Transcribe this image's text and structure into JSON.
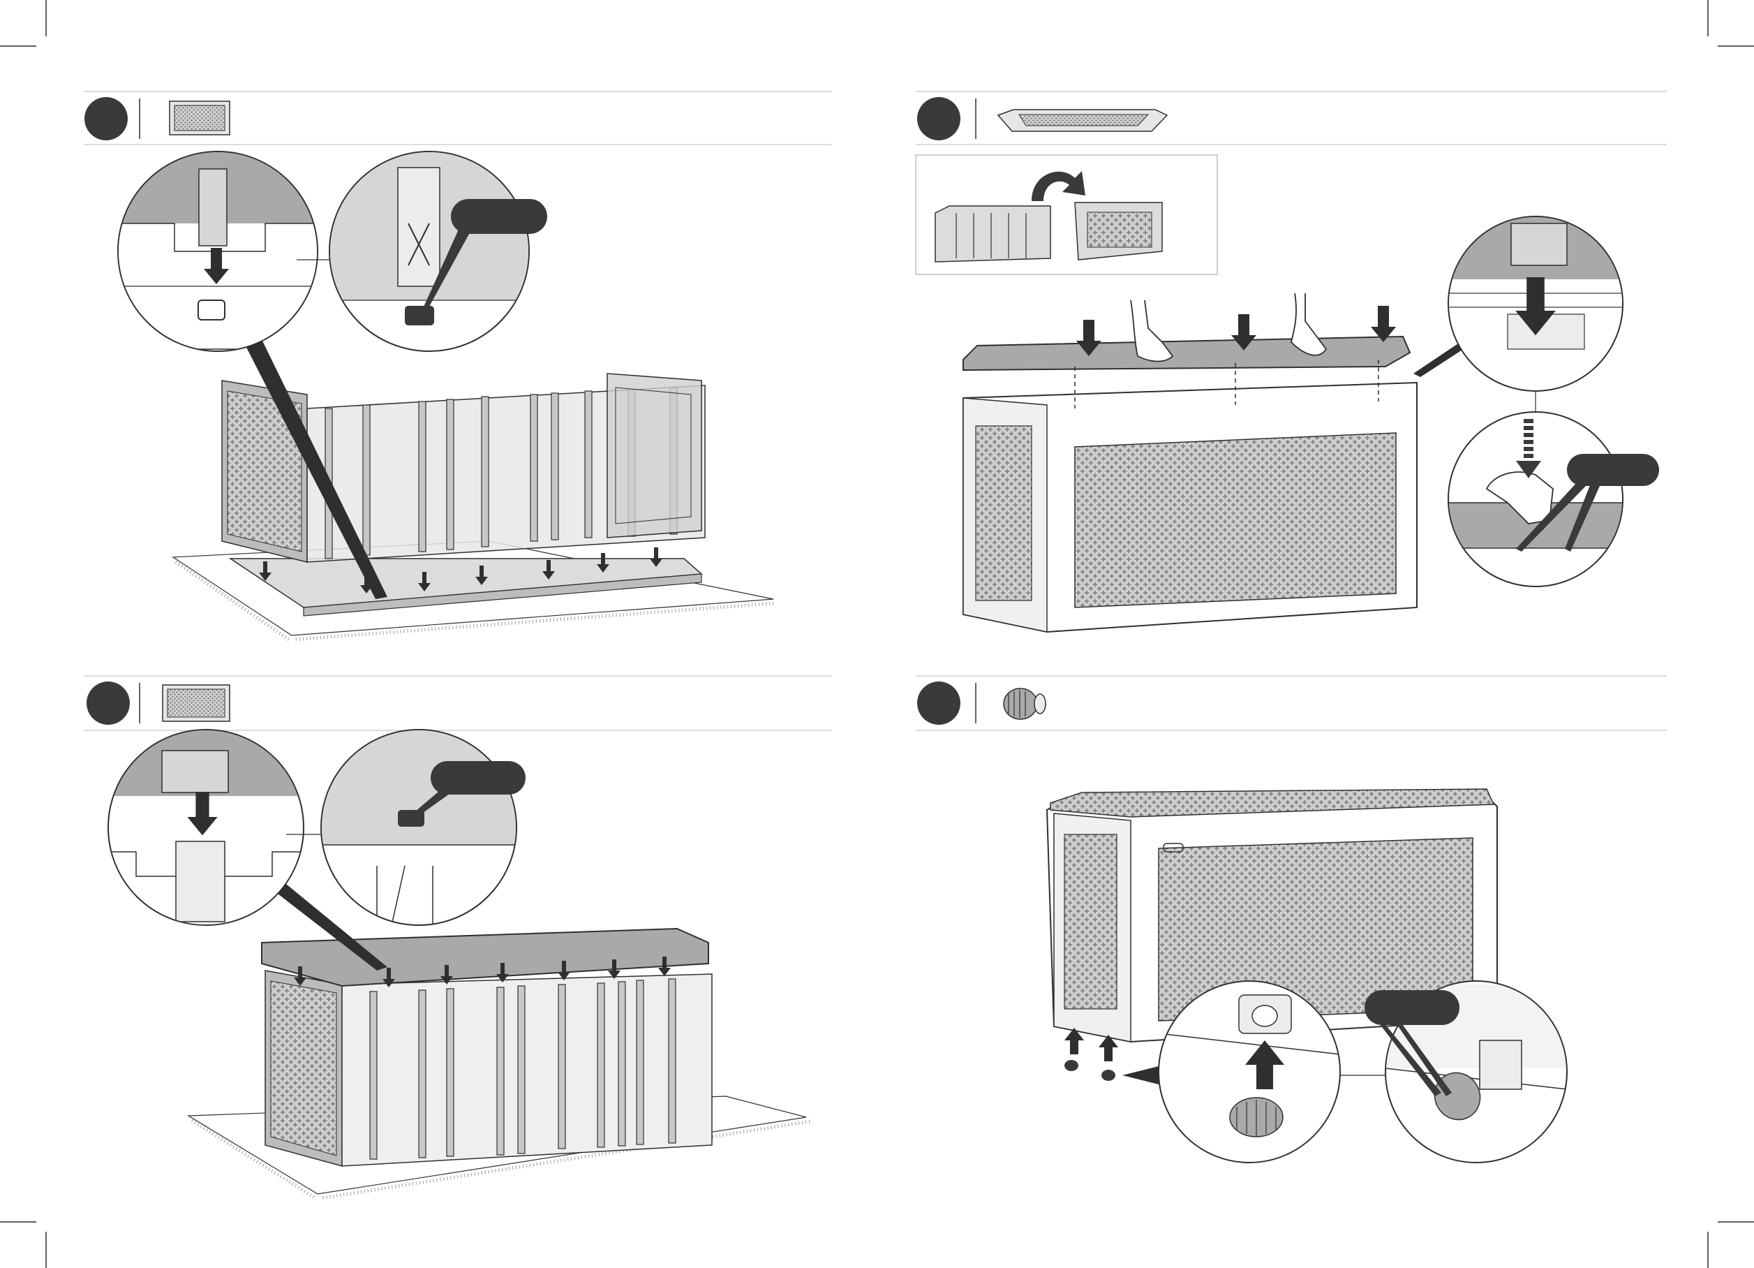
{
  "document": {
    "type": "assembly-instructions",
    "colors": {
      "line": "#2f2f2f",
      "step_badge": "#3a3a3a",
      "panel_fill": "#a9a9a9",
      "panel_light": "#d6d6d6",
      "rule": "#d0d0d0",
      "callout_fill": "#3a3a3a"
    },
    "steps": [
      {
        "id": "step-a",
        "part_icon": "front-panel-icon",
        "number": ""
      },
      {
        "id": "step-b",
        "part_icon": "lid-panel-icon",
        "number": ""
      },
      {
        "id": "step-c",
        "part_icon": "front-panel-icon",
        "number": ""
      },
      {
        "id": "step-d",
        "part_icon": "foot-cap-icon",
        "number": ""
      }
    ],
    "callouts": [
      {
        "id": "callout-a",
        "text": ""
      },
      {
        "id": "callout-b",
        "text": ""
      },
      {
        "id": "callout-c",
        "text": ""
      },
      {
        "id": "callout-d",
        "text": ""
      }
    ]
  }
}
